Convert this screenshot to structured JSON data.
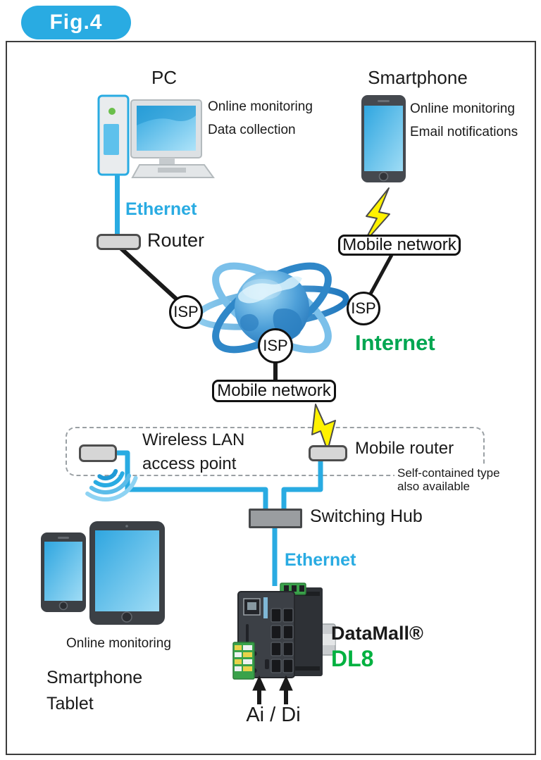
{
  "figure": {
    "label": "Fig.4"
  },
  "colors": {
    "accent_cyan": "#29ABE2",
    "internet_green": "#00A651",
    "dl8_green": "#00B140",
    "lightning_yellow": "#FFF200",
    "line_black": "#1a1a1a"
  },
  "pc": {
    "title": "PC",
    "note1": "Online monitoring",
    "note2": "Data collection"
  },
  "smartphone_top": {
    "title": "Smartphone",
    "note1": "Online monitoring",
    "note2": "Email notifications"
  },
  "network": {
    "ethernet_top": "Ethernet",
    "router": "Router",
    "mobile_network_top": "Mobile network",
    "isp_left": "ISP",
    "isp_right": "ISP",
    "isp_bottom": "ISP",
    "internet": "Internet",
    "mobile_network_mid": "Mobile network",
    "wireless_lan_line1": "Wireless LAN",
    "wireless_lan_line2": "access point",
    "mobile_router": "Mobile router",
    "self_contained": "Self-contained type also available",
    "self_contained_line1": "Self-contained type",
    "self_contained_line2": "also available",
    "switching_hub": "Switching Hub",
    "ethernet_bottom": "Ethernet"
  },
  "device": {
    "name": "DataMall®",
    "model": "DL8",
    "io_label": "Ai / Di"
  },
  "clients": {
    "note": "Online monitoring",
    "line1": "Smartphone",
    "line2": "Tablet"
  }
}
